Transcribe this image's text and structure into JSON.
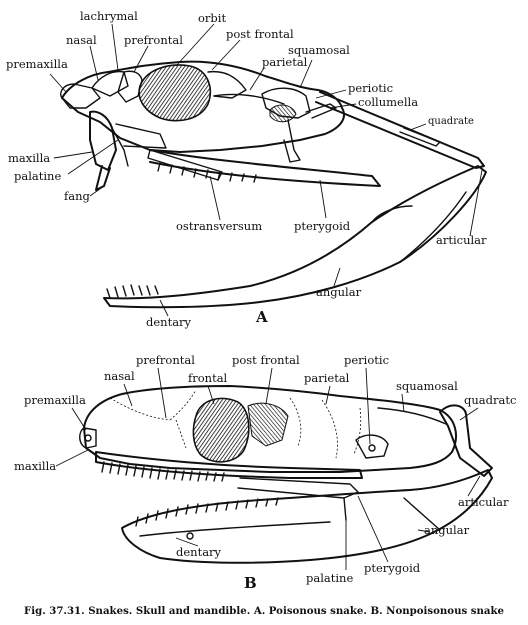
{
  "diagram_a": {
    "panel_letter": "A",
    "labels": {
      "lachrymal": "lachrymal",
      "orbit": "orbit",
      "nasal": "nasal",
      "prefrontal": "prefrontal",
      "post_frontal": "post frontal",
      "premaxilla": "premaxilla",
      "parietal": "parietal",
      "squamosal": "squamosal",
      "periotic": "periotic",
      "collumella": "collumella",
      "quadrate": "quadrate",
      "maxilla": "maxilla",
      "palatine": "palatine",
      "fang": "fang",
      "ostransversum": "ostransversum",
      "pterygoid": "pterygoid",
      "articular": "articular",
      "angular": "angular",
      "dentary": "dentary"
    }
  },
  "diagram_b": {
    "panel_letter": "B",
    "labels": {
      "prefrontal": "prefrontal",
      "post_frontal": "post frontal",
      "nasal": "nasal",
      "frontal": "frontal",
      "parietal": "parietal",
      "periotic": "periotic",
      "squamosal": "squamosal",
      "premaxilla": "premaxilla",
      "quadrate": "quadratc",
      "maxilla": "maxilla",
      "articular": "articular",
      "angular": "angular",
      "dentary": "dentary",
      "palatine": "palatine",
      "pterygoid": "pterygoid"
    }
  },
  "caption": "Fig. 37.31. Snakes. Skull and mandible. A. Poisonous snake. B. Nonpoisonous snake"
}
